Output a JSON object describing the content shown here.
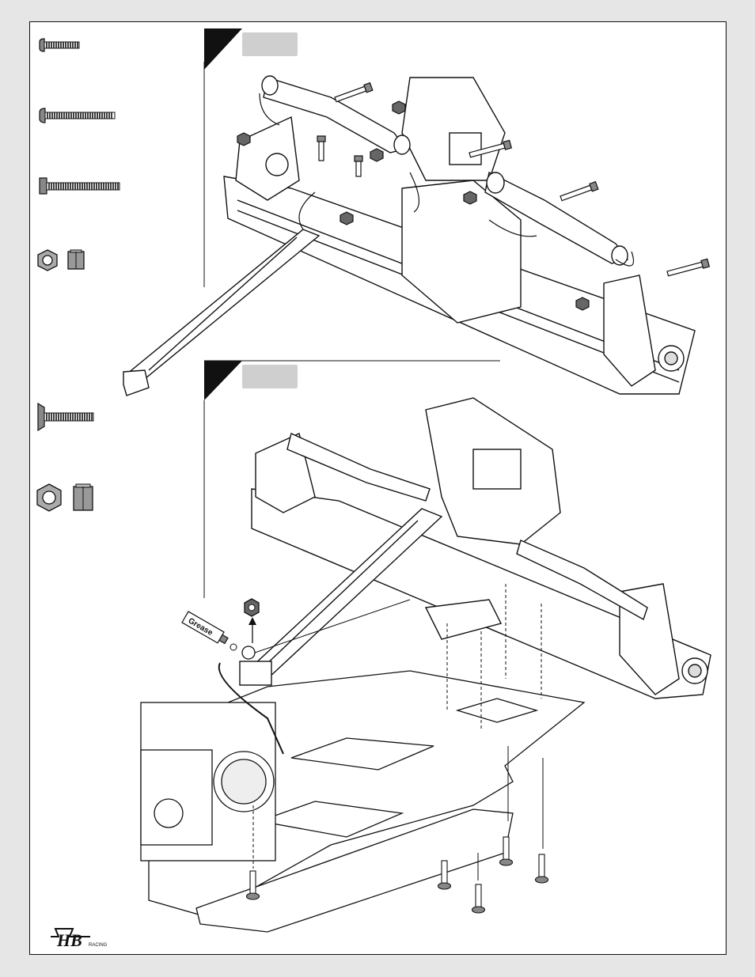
{
  "page": {
    "background": "#e6e6e6",
    "frame_color": "#111111",
    "step_label_color": "#cfcfcf"
  },
  "hardware_legend": {
    "top_panel": [
      {
        "icon": "button-head-screw-short-icon"
      },
      {
        "icon": "button-head-screw-long-icon"
      },
      {
        "icon": "cap-head-screw-icon"
      },
      {
        "icon": "lock-nut-small-icon"
      }
    ],
    "bottom_panel": [
      {
        "icon": "flat-head-screw-icon"
      },
      {
        "icon": "lock-nut-large-icon"
      }
    ]
  },
  "steps": [
    {
      "number": "",
      "view": "rear-suspension-assembly"
    },
    {
      "number": "",
      "view": "chassis-brace-installation"
    }
  ],
  "callouts": {
    "grease_label": "Grease"
  },
  "logo": {
    "text": "HB",
    "subtext": "RACING"
  }
}
